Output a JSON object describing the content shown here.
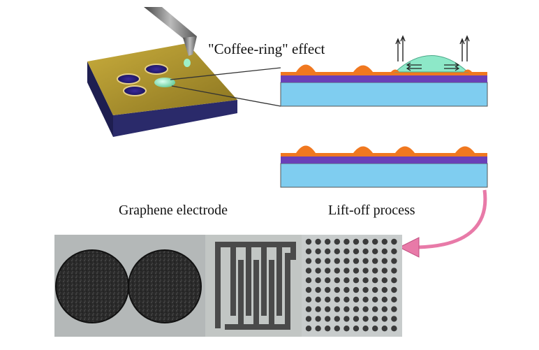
{
  "labels": {
    "coffee_ring": "\"Coffee-ring\" effect",
    "graphene_electrode": "Graphene electrode",
    "lift_off": "Lift-off process"
  },
  "colors": {
    "substrate_blue": "#7fcdf0",
    "film_purple": "#6a3fb8",
    "graphene_orange": "#f07820",
    "droplet_green": "#8de8c8",
    "chip_gold": "#b59a2a",
    "chip_side": "#2a2a6a",
    "arrow_pink": "#e87aa8"
  },
  "micrographs": [
    {
      "name": "circular-electrodes"
    },
    {
      "name": "interdigitated-electrode"
    },
    {
      "name": "dot-array"
    }
  ]
}
